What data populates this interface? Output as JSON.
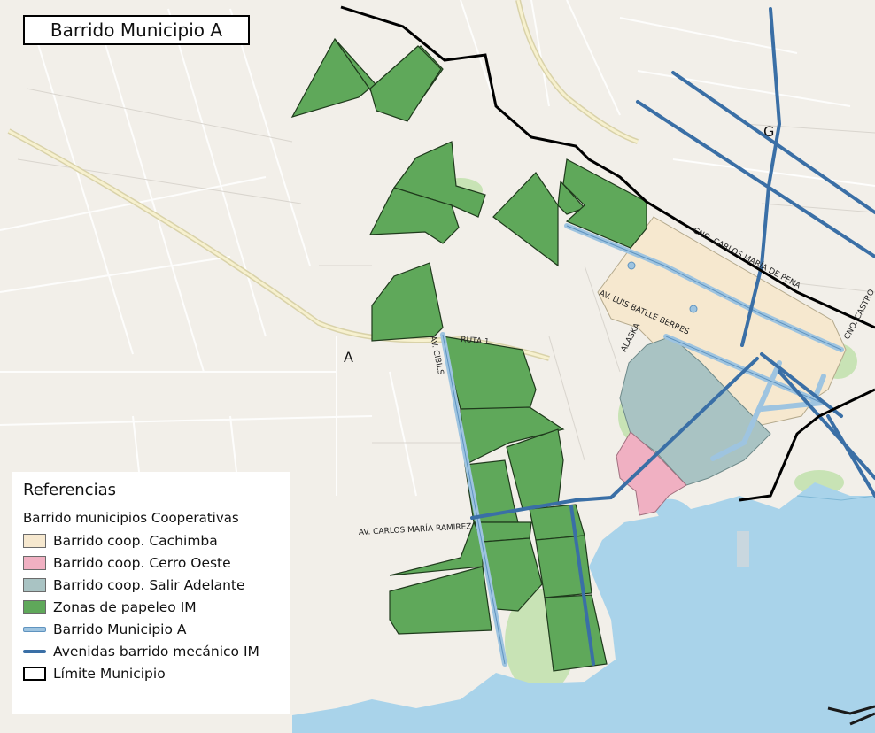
{
  "map": {
    "title": "Barrido Municipio A",
    "letters": {
      "a": "A",
      "g": "G"
    },
    "streets": {
      "av_cibils": "AV. CIBILS",
      "ruta_1": "RUTA 1",
      "av_carlos_maria_ramirez": "AV. CARLOS MARÍA RAMIREZ",
      "av_luis_batlle_berres": "AV. LUIS BATLLE BERRES",
      "alaska": "ALASKA",
      "cno_carlos_maria_de_pena": "CNO. CARLOS MARÍA DE PENA",
      "cno_castro": "CNO. CASTRO"
    }
  },
  "colors": {
    "background": "#f2efe9",
    "water": "#a9d3ea",
    "cachimba": "#f6e8cf",
    "cerro_oeste": "#f0b0c2",
    "salir_adelante": "#a9c3c3",
    "zonas_papeleo": "#5fa85a",
    "barrido_municipio_a": "#9ec4e0",
    "avenidas": "#3a6fa6",
    "limite": "#000000"
  },
  "legend": {
    "title": "Referencias",
    "subtitle": "Barrido municipios Cooperativas",
    "items": [
      {
        "label": "Barrido coop. Cachimba",
        "symbol": "fill",
        "color": "#f6e8cf"
      },
      {
        "label": "Barrido coop. Cerro Oeste",
        "symbol": "fill",
        "color": "#f0b0c2"
      },
      {
        "label": "Barrido coop. Salir Adelante",
        "symbol": "fill",
        "color": "#a9c3c3"
      },
      {
        "label": "Zonas de papeleo IM",
        "symbol": "fill",
        "color": "#5fa85a"
      },
      {
        "label": "Barrido Municipio A",
        "symbol": "line-light",
        "color": "#9ec4e0"
      },
      {
        "label": "Avenidas barrido mecánico IM",
        "symbol": "line-dark",
        "color": "#3a6fa6"
      },
      {
        "label": "Límite Municipio",
        "symbol": "outline",
        "color": "#000000"
      }
    ]
  }
}
